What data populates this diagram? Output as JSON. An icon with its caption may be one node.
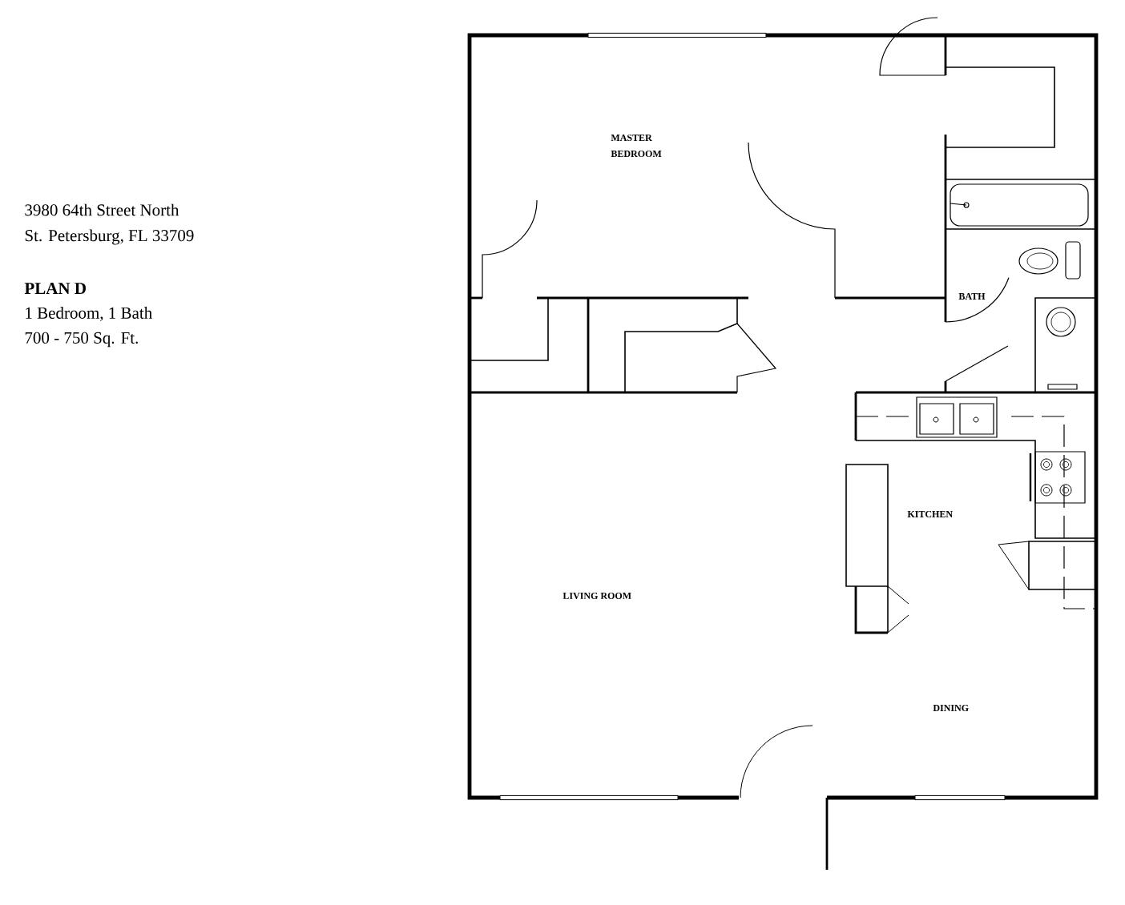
{
  "diagram": {
    "labels": [
      "3980 64th Street North",
      "St. Petersburg, FL 33709",
      "PLAN D",
      "1 Bedroom, 1 Bath",
      "700 - 750 Sq. Ft.",
      "MASTER BEDROOM",
      "BATH",
      "KITCHEN",
      "LIVING ROOM",
      "DINING"
    ]
  }
}
